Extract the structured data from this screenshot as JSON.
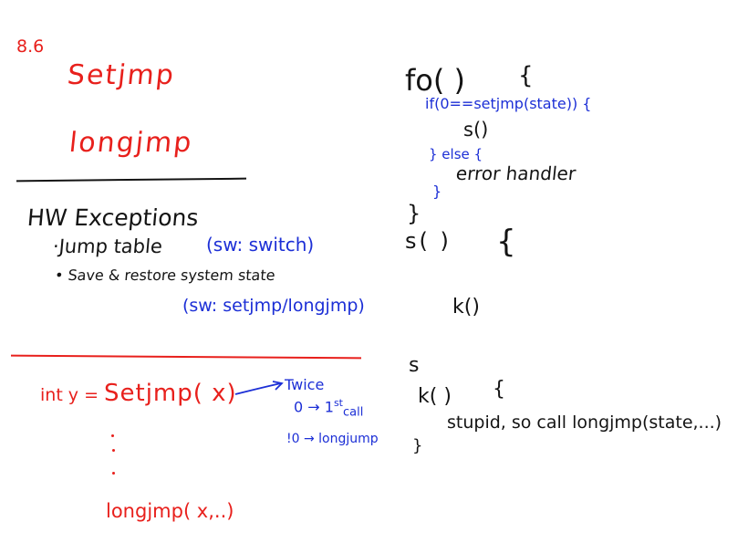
{
  "colors": {
    "red": "#e8201c",
    "black": "#141414",
    "blue": "#1c2fd6"
  },
  "left": {
    "section_number": "8.6",
    "setjmp_title": "Setjmp",
    "longjmp_title": "longjmp",
    "hw_exceptions": "HW Exceptions",
    "bullet_jump_table": "·Jump table",
    "sw_switch": "(sw: switch)",
    "bullet_save_restore": "• Save & restore system state",
    "sw_setjmp_longjmp": "(sw: setjmp/longjmp)",
    "int_y_label": "int y =",
    "setjmp_call": "Setjmp( x)",
    "twice_label": "Twice",
    "zero_case": "0 → 1",
    "first_sup": "st",
    "call_sub": "call",
    "nonzero_case": "!0 → longjump",
    "longjmp_call": "longjmp( x,..)"
  },
  "right": {
    "fo_open": "fo( )",
    "fo_brace": "{",
    "if_line": "if(0==setjmp(state)) {",
    "s_call": "s()",
    "else_line": "} else {",
    "error_handler": "error handler",
    "inner_close": "}",
    "fo_close": "}",
    "s_def": "s( )",
    "s_brace": "{",
    "k_call": "k()",
    "s_mark": "s",
    "k_def": "k( )",
    "k_brace": "{",
    "stupid_text": "stupid, so call longjmp(state,...)",
    "k_close": "}"
  }
}
